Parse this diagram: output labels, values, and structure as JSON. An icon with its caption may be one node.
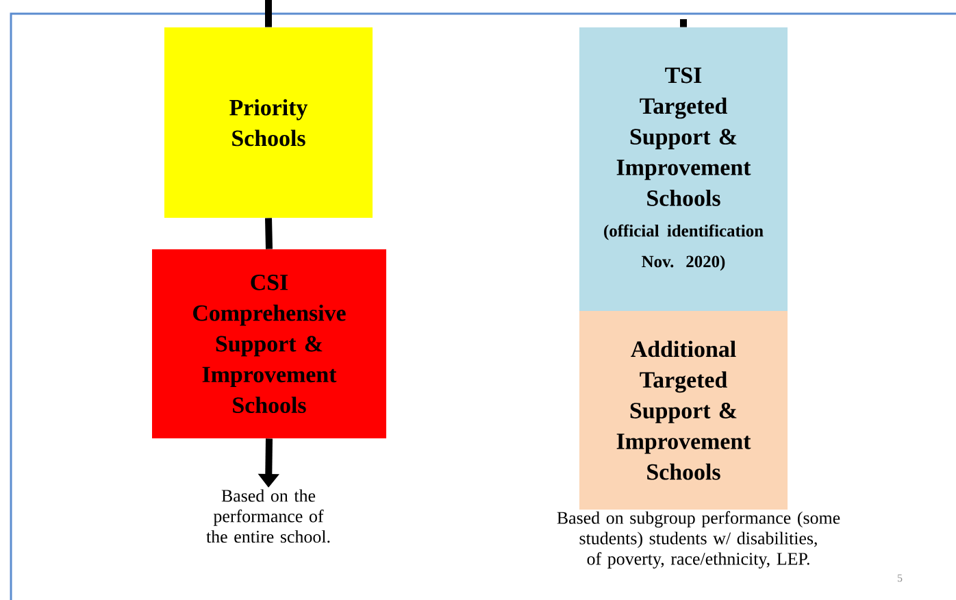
{
  "diagram": {
    "nodes": [
      {
        "text": [
          "Priority Schools"
        ]
      },
      {
        "text": [
          "CSI",
          "Comprehensive Support & Improvement Schools"
        ]
      },
      {
        "text": [
          "Based on the performance of the entire school."
        ]
      },
      {
        "text": [
          "TSI",
          "Targeted Support & Improvement Schools",
          "(official identification Nov. 2020)"
        ]
      },
      {
        "text": [
          "Additional Targeted Support & Improvement Schools"
        ]
      },
      {
        "text": [
          "Based on subgroup performance (some students) students w/ disabilities, of poverty, race/ethnicity, LEP."
        ]
      }
    ],
    "edges": [
      {
        "from": null,
        "to": 0,
        "arrow": "none"
      },
      {
        "from": 0,
        "to": 1,
        "arrow": "none"
      },
      {
        "from": 1,
        "to": 2,
        "arrow": "to"
      },
      {
        "from": null,
        "to": 3,
        "arrow": "none"
      }
    ],
    "labels": [
      "5"
    ]
  }
}
